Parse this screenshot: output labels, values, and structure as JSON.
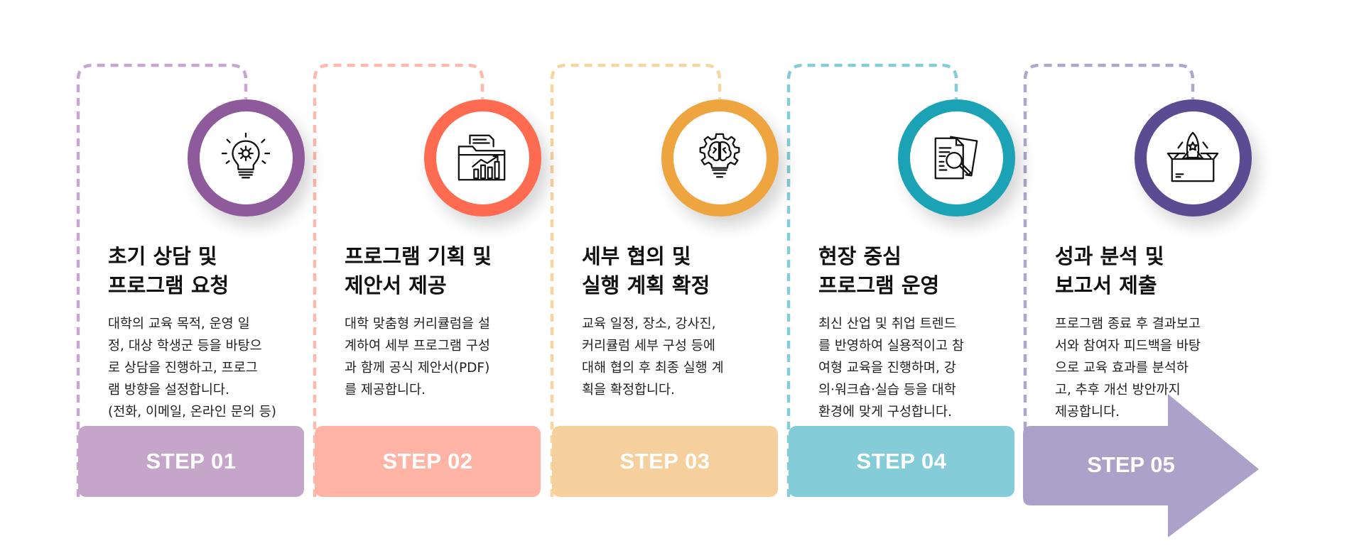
{
  "steps": [
    {
      "title": "초기 상담 및\n프로그램 요청",
      "description": "대학의 교육 목적, 운영 일\n정, 대상 학생군 등을 바탕으\n로 상담을 진행하고, 프로그\n램 방향을 설정합니다.\n(전화, 이메일, 온라인 문의 등)",
      "label": "STEP 01",
      "icon": "lightbulb-gear-icon",
      "ring_color": "#8e5a9b",
      "line_color": "#c8a6cf",
      "bar_color": "#c5a6ca"
    },
    {
      "title": "프로그램 기획 및\n제안서 제공",
      "description": "대학 맞춤형 커리큘럼을 설\n계하여 세부 프로그램 구성\n과 함께 공식 제안서(PDF)\n를 제공합니다.",
      "label": "STEP 02",
      "icon": "folder-chart-icon",
      "ring_color": "#ff6b50",
      "line_color": "#ffb9ab",
      "bar_color": "#ffb4a6"
    },
    {
      "title": "세부 협의 및\n실행 계획 확정",
      "description": "교육 일정, 장소, 강사진,\n커리큘럼 세부 구성 등에\n대해 협의 후 최종 실행 계\n획을 확정합니다.",
      "label": "STEP 03",
      "icon": "brain-gear-icon",
      "ring_color": "#eea540",
      "line_color": "#f6d59f",
      "bar_color": "#f6d09c"
    },
    {
      "title": "현장 중심\n프로그램 운영",
      "description": "최신 산업 및 취업 트렌드\n를 반영하여 실용적이고 참\n여형 교육을 진행하며, 강\n의·워크숍·실습 등을 대학\n환경에 맞게 구성합니다.",
      "label": "STEP 04",
      "icon": "document-search-icon",
      "ring_color": "#1ba2b4",
      "line_color": "#86ccd6",
      "bar_color": "#84ccd7"
    },
    {
      "title": "성과 분석 및\n보고서 제출",
      "description": "프로그램 종료 후 결과보고\n서와 참여자 피드백을 바탕\n으로 교육 효과를 분석하\n고, 추후 개선 방안까지\n제공합니다.",
      "label": "STEP 05",
      "icon": "rocket-box-icon",
      "ring_color": "#5b4b93",
      "line_color": "#b0a6cc",
      "bar_color": "#aca2c9"
    }
  ]
}
